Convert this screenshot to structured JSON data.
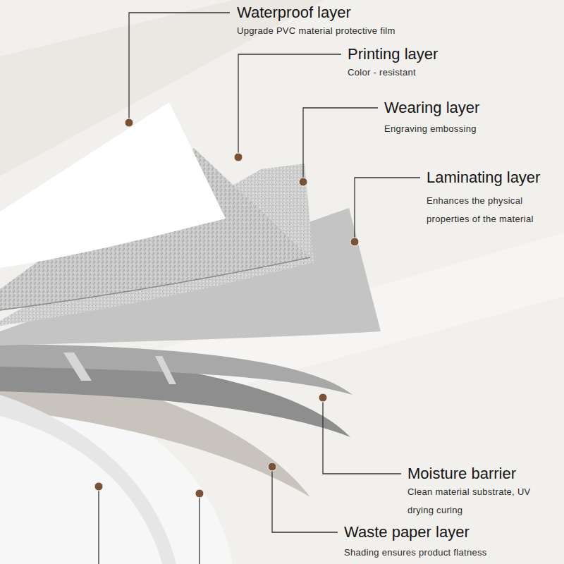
{
  "diagram": {
    "labels": [
      "Waterproof layer",
      "Upgrade PVC material protective film",
      "Printing layer",
      "Color - resistant",
      "Wearing layer",
      "Engraving embossing",
      "Laminating layer",
      "Enhances the physical properties of the material",
      "Moisture barrier",
      "Clean material substrate, UV drying curing",
      "Waste paper layer",
      "Shading ensures product flatness"
    ]
  }
}
